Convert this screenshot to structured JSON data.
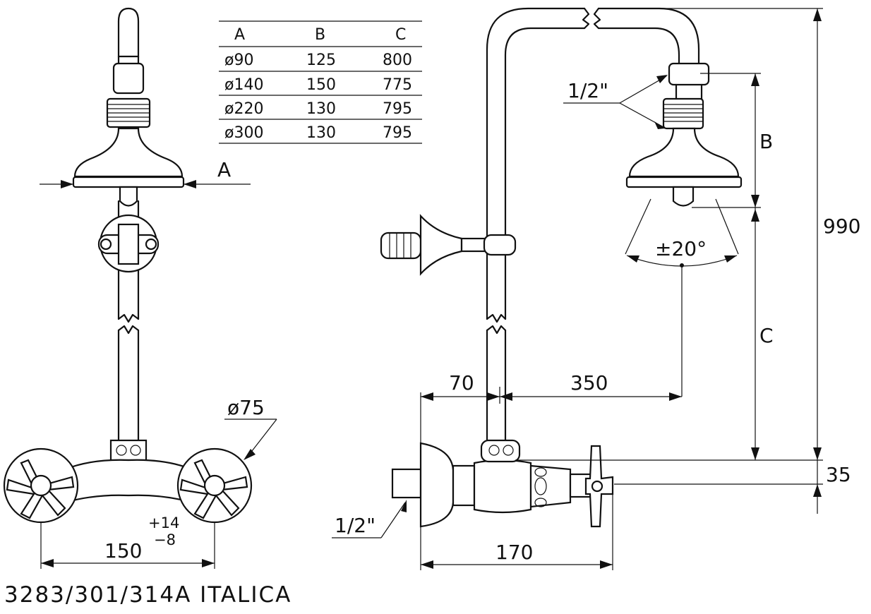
{
  "table": {
    "headers": [
      "A",
      "B",
      "C"
    ],
    "rows": [
      [
        "ø90",
        "125",
        "800"
      ],
      [
        "ø140",
        "150",
        "775"
      ],
      [
        "ø220",
        "130",
        "795"
      ],
      [
        "ø300",
        "130",
        "795"
      ]
    ]
  },
  "dimensions": {
    "A": "A",
    "B": "B",
    "C": "C",
    "d75": "ø75",
    "w150": "150",
    "tol_plus": "+14",
    "tol_minus": "−8",
    "d70": "70",
    "d350": "350",
    "d170": "170",
    "d990": "990",
    "d35": "35",
    "angle": "±20°",
    "thread_top": "1/2\"",
    "thread_bottom": "1/2\""
  },
  "title": "3283/301/314A  ITALICA"
}
